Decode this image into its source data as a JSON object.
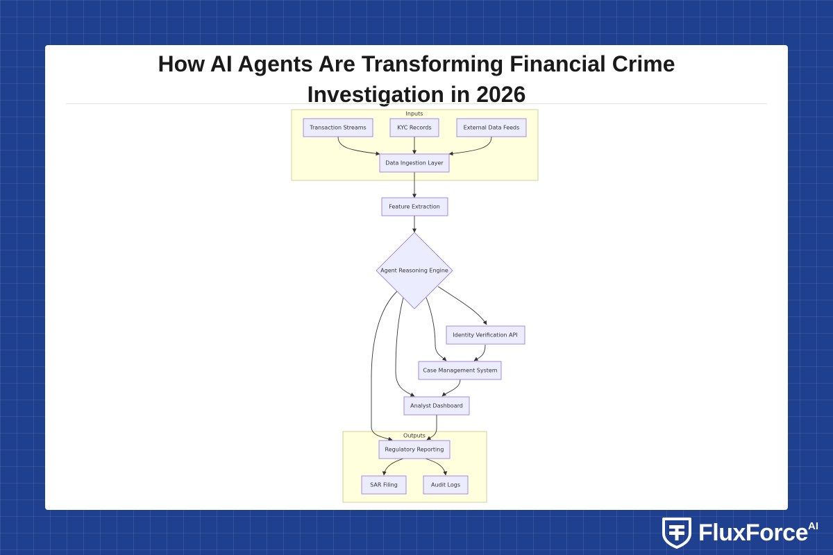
{
  "title": {
    "line1": "How AI Agents Are Transforming Financial Crime",
    "line2": "Investigation in 2026"
  },
  "diagram": {
    "clusters": {
      "inputs": "Inputs",
      "outputs": "Outputs"
    },
    "nodes": {
      "transaction_streams": "Transaction Streams",
      "kyc_records": "KYC Records",
      "external_data_feeds": "External Data Feeds",
      "data_ingestion_layer": "Data Ingestion Layer",
      "feature_extraction": "Feature Extraction",
      "agent_reasoning_engine": "Agent Reasoning Engine",
      "identity_verification_api": "Identity Verification API",
      "case_management_system": "Case Management System",
      "analyst_dashboard": "Analyst Dashboard",
      "regulatory_reporting": "Regulatory Reporting",
      "sar_filing": "SAR Filing",
      "audit_logs": "Audit Logs"
    },
    "edges": [
      {
        "from": "transaction_streams",
        "to": "data_ingestion_layer"
      },
      {
        "from": "kyc_records",
        "to": "data_ingestion_layer"
      },
      {
        "from": "external_data_feeds",
        "to": "data_ingestion_layer"
      },
      {
        "from": "data_ingestion_layer",
        "to": "feature_extraction"
      },
      {
        "from": "feature_extraction",
        "to": "agent_reasoning_engine"
      },
      {
        "from": "agent_reasoning_engine",
        "to": "identity_verification_api"
      },
      {
        "from": "agent_reasoning_engine",
        "to": "case_management_system"
      },
      {
        "from": "agent_reasoning_engine",
        "to": "analyst_dashboard"
      },
      {
        "from": "agent_reasoning_engine",
        "to": "regulatory_reporting"
      },
      {
        "from": "identity_verification_api",
        "to": "case_management_system"
      },
      {
        "from": "case_management_system",
        "to": "analyst_dashboard"
      },
      {
        "from": "analyst_dashboard",
        "to": "regulatory_reporting"
      },
      {
        "from": "regulatory_reporting",
        "to": "sar_filing"
      },
      {
        "from": "regulatory_reporting",
        "to": "audit_logs"
      }
    ]
  },
  "brand": {
    "name": "FluxForce",
    "suffix": "AI",
    "logo_icon": "shield-icon"
  },
  "colors": {
    "background": "#1f3f8f",
    "card": "#ffffff",
    "cluster_fill": "#ffffde",
    "node_fill": "#ececff",
    "node_stroke": "#9370db"
  }
}
